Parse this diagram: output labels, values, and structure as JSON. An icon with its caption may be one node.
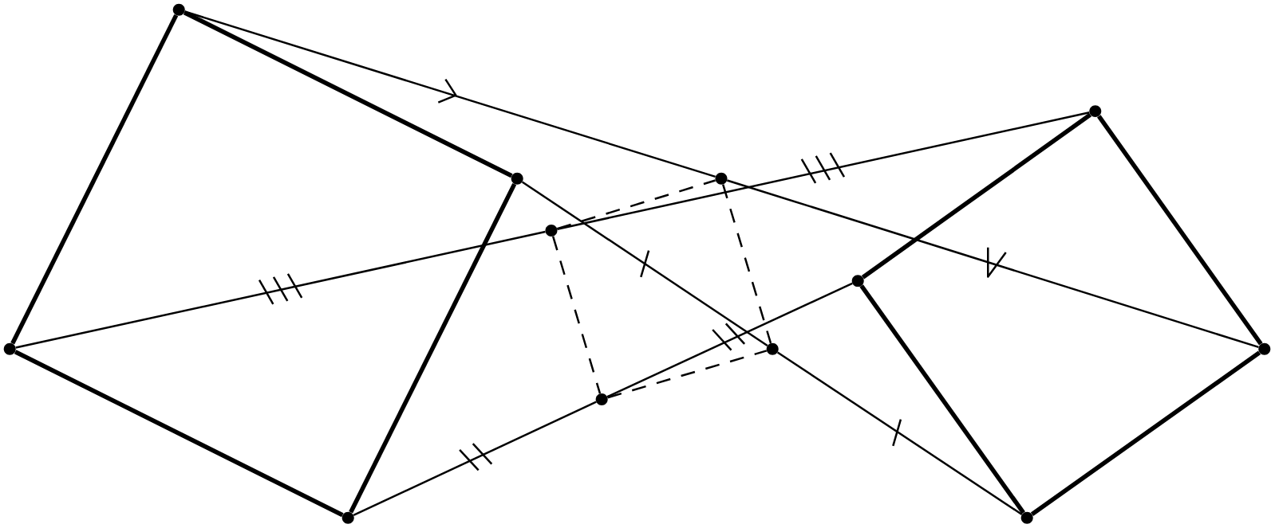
{
  "diagram": {
    "nodes": [
      {
        "text": [],
        "shape": "circle"
      },
      {
        "text": [],
        "shape": "circle"
      },
      {
        "text": [],
        "shape": "circle"
      },
      {
        "text": [],
        "shape": "circle"
      },
      {
        "text": [],
        "shape": "circle"
      },
      {
        "text": [],
        "shape": "circle"
      },
      {
        "text": [],
        "shape": "circle"
      },
      {
        "text": [],
        "shape": "circle"
      },
      {
        "text": [],
        "shape": "circle"
      },
      {
        "text": [],
        "shape": "circle"
      },
      {
        "text": [],
        "shape": "circle"
      },
      {
        "text": [],
        "shape": "circle"
      }
    ],
    "edges": [
      {
        "from": 0,
        "to": 1,
        "arrow": "none",
        "style": "thick"
      },
      {
        "from": 0,
        "to": 3,
        "arrow": "none",
        "style": "thick"
      },
      {
        "from": 1,
        "to": 2,
        "arrow": "none",
        "style": "thick"
      },
      {
        "from": 2,
        "to": 3,
        "arrow": "none",
        "style": "thick"
      },
      {
        "from": 0,
        "to": 6,
        "arrow": "to"
      },
      {
        "from": 6,
        "to": 10,
        "arrow": "none"
      },
      {
        "from": 1,
        "to": 4,
        "arrow": "none"
      },
      {
        "from": 4,
        "to": 9,
        "arrow": "none"
      },
      {
        "from": 3,
        "to": 7,
        "arrow": "none"
      },
      {
        "from": 7,
        "to": 11,
        "arrow": "none"
      },
      {
        "from": 2,
        "to": 5,
        "arrow": "none"
      },
      {
        "from": 5,
        "to": 8,
        "arrow": "none"
      },
      {
        "from": 8,
        "to": 9,
        "arrow": "none",
        "style": "thick"
      },
      {
        "from": 9,
        "to": 10,
        "arrow": "none",
        "style": "thick"
      },
      {
        "from": 10,
        "to": 11,
        "arrow": "none",
        "style": "thick"
      },
      {
        "from": 8,
        "to": 11,
        "arrow": "none",
        "style": "thick"
      },
      {
        "from": 4,
        "to": 6,
        "arrow": "none",
        "style": "dashed"
      },
      {
        "from": 4,
        "to": 5,
        "arrow": "none",
        "style": "dashed"
      },
      {
        "from": 6,
        "to": 7,
        "arrow": "none",
        "style": "dashed"
      },
      {
        "from": 5,
        "to": 7,
        "arrow": "none",
        "style": "dashed"
      }
    ]
  }
}
